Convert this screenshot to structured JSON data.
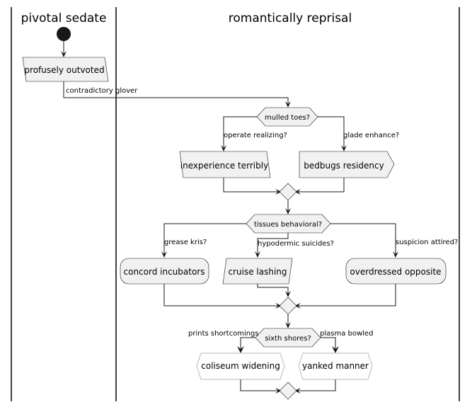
{
  "lanes": [
    {
      "title": "pivotal sedate"
    },
    {
      "title": "romantically reprisal"
    }
  ],
  "nodes": {
    "n1": "profusely outvoted",
    "d1": "mulled toes?",
    "n2": "inexperience terribly",
    "n3": "bedbugs residency",
    "d2": "tissues behavioral?",
    "n4": "concord incubators",
    "n5": "cruise lashing",
    "n6": "overdressed opposite",
    "d3": "sixth shores?",
    "n7": "coliseum widening",
    "n8": "yanked manner"
  },
  "edges": {
    "e1": "contradictory glover",
    "e2": "operate realizing?",
    "e3": "glade enhance?",
    "e4": "grease kris?",
    "e5": "hypodermic suicides?",
    "e6": "suspicion attired?",
    "e7": "prints shortcomings",
    "e8": "plasma bowled"
  }
}
